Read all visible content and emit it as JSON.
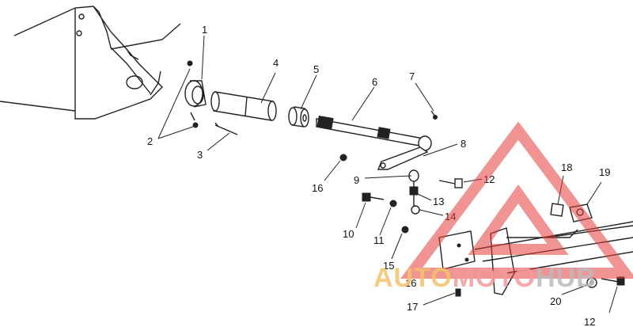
{
  "callouts": {
    "c1": "1",
    "c2": "2",
    "c3": "3",
    "c4": "4",
    "c5": "5",
    "c6": "6",
    "c7": "7",
    "c8": "8",
    "c9": "9",
    "c10": "10",
    "c11": "11",
    "c12a": "12",
    "c12b": "12",
    "c13": "13",
    "c14": "14",
    "c15": "15",
    "c16a": "16",
    "c16b": "16",
    "c17": "17",
    "c18": "18",
    "c19": "19",
    "c20": "20"
  },
  "watermark": {
    "part1": "AUTO",
    "part2": "MOTO",
    "part3": "HUB",
    "colors": {
      "auto": "#f3c26a",
      "moto": "#f29b9b",
      "hub": "#bbbbbb",
      "triangle": "#e23a3a"
    }
  }
}
